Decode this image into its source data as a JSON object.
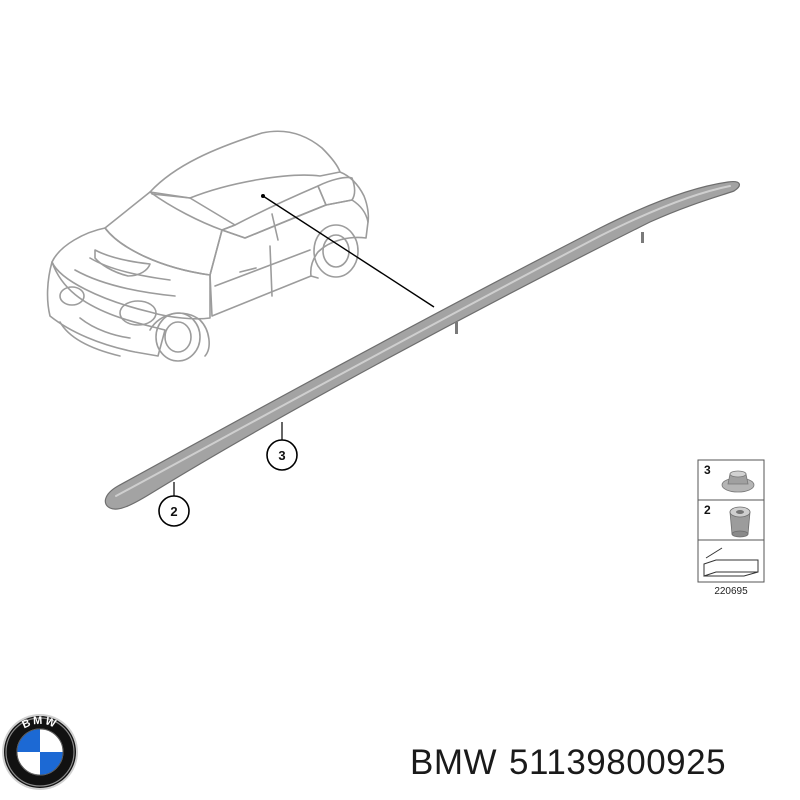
{
  "callouts": {
    "part_2": "2",
    "part_3": "3"
  },
  "legend": {
    "row_top_number": "3",
    "row_mid_number": "2",
    "diagram_code": "220695"
  },
  "logo": {
    "brand_text": "BMW",
    "colors": {
      "blue": "#1c69d4",
      "white": "#ffffff",
      "ring": "#000000",
      "silver": "#c8c8c8"
    }
  },
  "caption": {
    "brand": "BMW",
    "part_number": "51139800925"
  },
  "colors": {
    "rail": "#9a9a9a",
    "car_outline": "#9a9a9a",
    "leader": "#000000"
  }
}
